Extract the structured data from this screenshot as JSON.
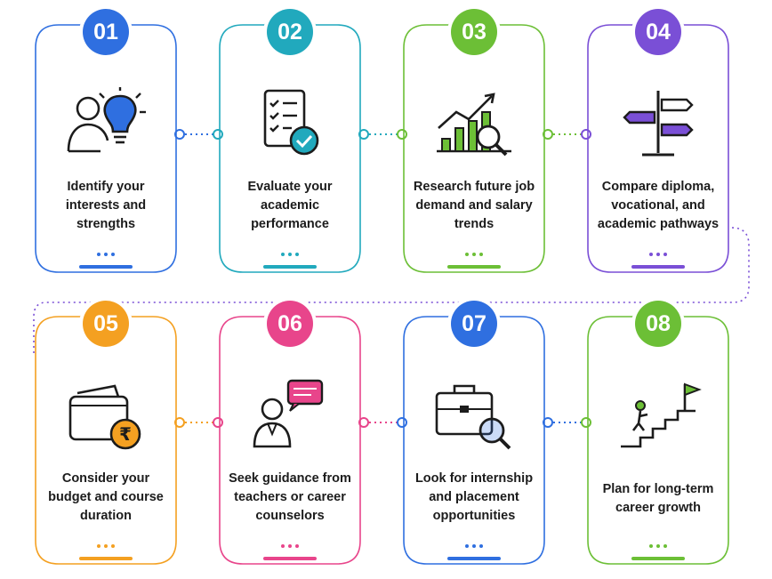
{
  "steps": [
    {
      "number": "01",
      "label": "Identify your interests and strengths",
      "color": "#2f6fe0",
      "icon": "person-lightbulb-icon"
    },
    {
      "number": "02",
      "label": "Evaluate your academic performance",
      "color": "#21a9bd",
      "icon": "checklist-icon"
    },
    {
      "number": "03",
      "label": "Research future job demand and salary trends",
      "color": "#6cbf36",
      "icon": "growth-chart-magnifier-icon"
    },
    {
      "number": "04",
      "label": "Compare diploma, vocational, and academic pathways",
      "color": "#7a4fd6",
      "icon": "signpost-icon"
    },
    {
      "number": "05",
      "label": "Consider your budget and course duration",
      "color": "#f4a021",
      "icon": "wallet-rupee-icon"
    },
    {
      "number": "06",
      "label": "Seek guidance from teachers or career counselors",
      "color": "#e8458b",
      "icon": "counselor-chat-icon"
    },
    {
      "number": "07",
      "label": "Look for internship and placement opportunities",
      "color": "#2f6fe0",
      "icon": "briefcase-search-icon"
    },
    {
      "number": "08",
      "label": "Plan for long-term career growth",
      "color": "#6cbf36",
      "icon": "stairs-flag-icon"
    }
  ]
}
